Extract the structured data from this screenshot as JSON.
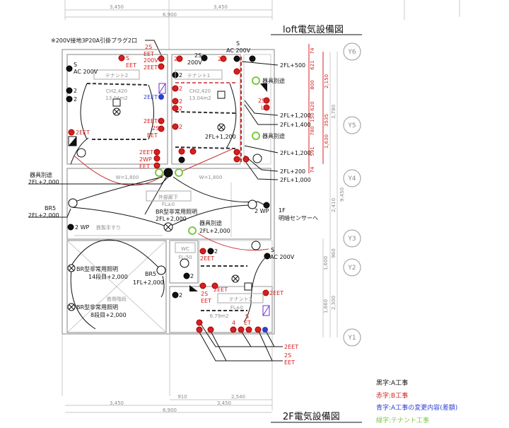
{
  "titles": {
    "loft": "loft電気設備図",
    "floor2": "2F電気設備図"
  },
  "note": "※200V接地3P20A引掛プラグ2口",
  "colors": {
    "a_work": "#111111",
    "b_work": "#d42020",
    "a_change": "#2a3fd0",
    "tenant_work": "#7ac943"
  },
  "rooms": {
    "tenant2": "テナント2",
    "tenant1": "テナント1",
    "tenant3": "テナント3",
    "corridor": "外部廊下",
    "wc": "WC",
    "stair": "鉄骨階段",
    "handrail": "鉄製手すり"
  },
  "room_info": {
    "t2_ch": "CH2,420",
    "t2_area": "13.04m2",
    "t1_ch": "CH2,420",
    "t1_area": "13.04m2",
    "corr_w1": "W=1,800",
    "corr_w2": "W=1,800",
    "corr_fl": "FL±0",
    "t3_fl": "FL±0",
    "t3_area": "6.79m2",
    "wc_fl": "FL-50"
  },
  "dims": {
    "top_left": "3,450",
    "top_right": "3,450",
    "top_total": "6,900",
    "bottom_910": "910",
    "bottom_2540": "2,540",
    "bottom_left": "3,450",
    "bottom_right": "3,450",
    "bottom_total": "6,900",
    "right_3780": "3,780",
    "right_9450": "9,450",
    "right_2410": "2,410",
    "right_960": "960",
    "right_1600": "1,600",
    "right_2300": "2,300",
    "right_1660": "1,660",
    "red": [
      "74",
      "621",
      "800",
      "620",
      "150",
      "780",
      "591",
      "74"
    ],
    "red_2150": "2,150",
    "red_3535": "3535",
    "red_1630": "1,630"
  },
  "grid": [
    "Y6",
    "Y5",
    "Y4",
    "Y3",
    "Y2",
    "Y1"
  ],
  "labels": {
    "t2_2s": "2S",
    "t2_eet_a": "EET",
    "t2_200v": "200V",
    "t2_2eet_a": "2EET",
    "t2_s": "S",
    "t2_eet_b": "EET",
    "t2_ac_s": "S",
    "t2_ac": "AC 200V",
    "t2_2_a": "2",
    "t2_2_b": "2",
    "t2_blue_2eet": "2EET",
    "t2_2eet_b": "2EET",
    "t2_2s_b": "2S",
    "t2_eet_c": "EET",
    "t2_2eet_left": "2EET",
    "t2_2eet_c": "2EET",
    "t2_2wp": "2WP",
    "t2_eet_d": "EET",
    "t1_2_a": "2",
    "t1_2s": "2S",
    "t1_200v": "200V",
    "t1_2_b": "2",
    "t1_ac_s": "S",
    "t1_ac": "AC 200V",
    "t1_2_c": "2",
    "t1_2_d": "2",
    "t1_2_e": "2",
    "t1_2_f": "2",
    "t1_2fl1200": "2FL+1,200",
    "t1_2_g": "2",
    "r_2fl500": "2FL+500",
    "r_fixture1": "器具別途",
    "r_2s": "2S",
    "r_l": "L",
    "r_2fl1200a": "2FL+1,200",
    "r_2fl1400": "2FL+1,400",
    "r_fixture2": "器具別途",
    "r_2fl1200b": "2FL+1,200",
    "r_2fl200": "2FL+200",
    "r_2fl1000": "2FL+1,000",
    "c_fixture": "器具別途",
    "c_2fl2000": "2FL+2,000",
    "c_br5": "BR5",
    "c_br5_h": "2FL+2,000",
    "c_br": "BR型非常用照明",
    "c_br_h": "2FL+2,000",
    "c_2wp_l": "2 WP",
    "c_fixture2": "器具別途",
    "c_fixture2_h": "2FL+2,000",
    "c_2wp_r": "2 WP",
    "c_1f": "1F",
    "c_sensor": "明暗センサーへ",
    "s_br1": "BR型非常用照明",
    "s_br1_h": "14段目+2,000",
    "s_br2": "BR型非常用照明",
    "s_br2_h": "8段目+2,000",
    "s_br5": "BR5",
    "s_br5_h": "1FL+2,000",
    "t3_2eet_a": "2EET",
    "t3_2_a": "2",
    "t3_2_b": "2",
    "t3_2_c": "2",
    "t3_2s": "2S",
    "t3_eet": "EET",
    "t3_2eet_b": "2EET",
    "t3_2eet_r": "2EET",
    "t3_ac_s": "S",
    "t3_ac": "AC 200V",
    "t3_4": "4",
    "t3_s": "S",
    "t3_et": "ET",
    "t3_out_2eet": "2EET",
    "t3_out_2s": "2S",
    "t3_out_eet": "EET"
  },
  "legend": [
    {
      "text": "黒字:A工事"
    },
    {
      "text": "赤字:B工事"
    },
    {
      "text": "青字:A工事の変更内容(差額)"
    },
    {
      "text": "緑字:テナント工事"
    }
  ]
}
